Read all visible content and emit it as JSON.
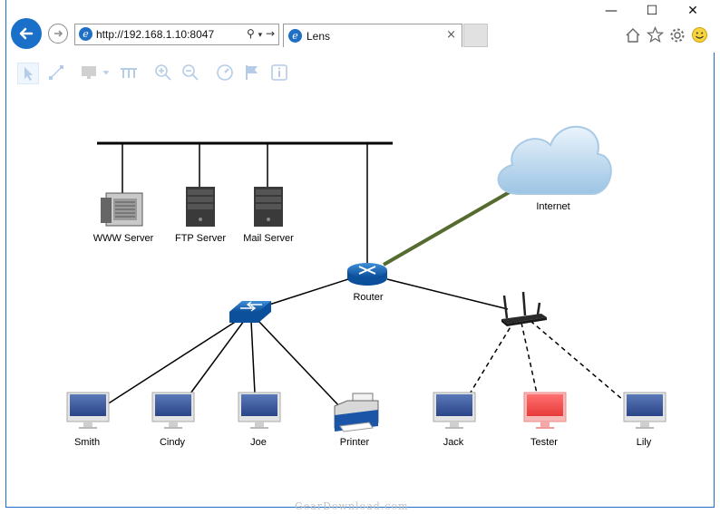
{
  "browser": {
    "address": "http://192.168.1.10:8047",
    "tab_title": "Lens",
    "tab_close": "×",
    "minimize": "—",
    "maximize": "☐",
    "close": "✕",
    "icons": [
      "home-icon",
      "star-icon",
      "gear-icon",
      "smiley-icon"
    ]
  },
  "toolbar": {
    "tools": [
      "select-tool",
      "connect-tool",
      "monitor-tool",
      "dropdown-tool",
      "bus-tool",
      "zoom-in-tool",
      "zoom-out-tool",
      "gauge-tool",
      "flag-tool",
      "info-tool"
    ]
  },
  "diagram": {
    "servers": [
      {
        "label": "WWW Server"
      },
      {
        "label": "FTP Server"
      },
      {
        "label": "Mail Server"
      }
    ],
    "internet": {
      "label": "Internet"
    },
    "router": {
      "label": "Router"
    },
    "clients": [
      {
        "label": "Smith",
        "status": "ok"
      },
      {
        "label": "Cindy",
        "status": "ok"
      },
      {
        "label": "Joe",
        "status": "ok"
      },
      {
        "label": "Printer",
        "status": "ok"
      },
      {
        "label": "Jack",
        "status": "ok"
      },
      {
        "label": "Tester",
        "status": "alert"
      },
      {
        "label": "Lily",
        "status": "ok"
      }
    ],
    "colors": {
      "wan_link": "#556b2f",
      "alert": "#f05050",
      "monitor_screen": "#3a5ba0"
    }
  },
  "watermark": "GearDownload.com"
}
